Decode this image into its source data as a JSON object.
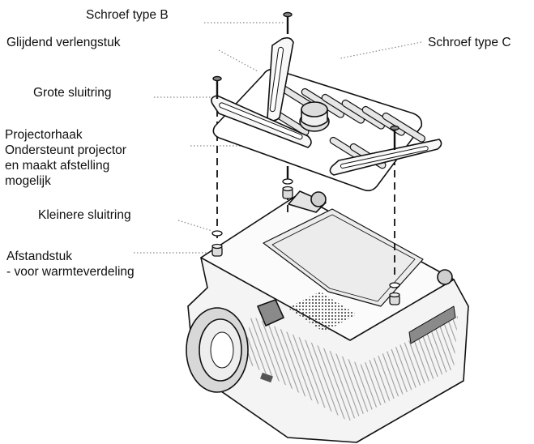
{
  "labels": {
    "screw_b": "Schroef type B",
    "sliding_extension": "Glijdend verlengstuk",
    "screw_c": "Schroef type C",
    "large_washer": "Grote sluitring",
    "projector_bracket": {
      "line1": "Projectorhaak",
      "line2": "Ondersteunt projector",
      "line3": "en maakt afstelling",
      "line4": "mogelijk"
    },
    "small_washer": "Kleinere sluitring",
    "spacer": {
      "line1": "Afstandstuk",
      "line2": "- voor warmteverdeling"
    }
  },
  "colors": {
    "ink": "#111111",
    "fill_light": "#f4f4f4",
    "fill_mid": "#dcdcdc",
    "fill_dark": "#8a8a8a",
    "leader": "#888888"
  }
}
